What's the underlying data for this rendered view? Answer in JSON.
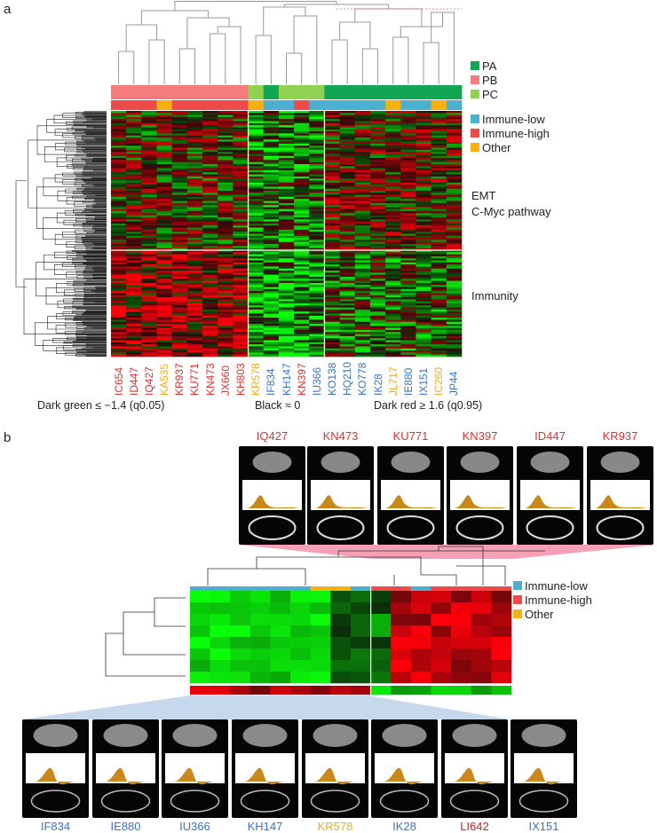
{
  "panel_a": {
    "letter": "a",
    "group_legend": [
      {
        "label": "PA",
        "color": "#11a653"
      },
      {
        "label": "PB",
        "color": "#f47c7c"
      },
      {
        "label": "PC",
        "color": "#8fd150"
      }
    ],
    "immune_legend": [
      {
        "label": "Immune-low",
        "color": "#4bafcf"
      },
      {
        "label": "Immune-high",
        "color": "#ee4a4a"
      },
      {
        "label": "Other",
        "color": "#f6b10f"
      }
    ],
    "section_labels": [
      "EMT",
      "C-Myc pathway",
      "Immunity"
    ],
    "samples": [
      {
        "name": "IC654",
        "color": "#e03030"
      },
      {
        "name": "ID447",
        "color": "#e03030"
      },
      {
        "name": "IQ427",
        "color": "#e03030"
      },
      {
        "name": "KA535",
        "color": "#f2aa14"
      },
      {
        "name": "KR937",
        "color": "#e03030"
      },
      {
        "name": "KU771",
        "color": "#e03030"
      },
      {
        "name": "KN473",
        "color": "#e03030"
      },
      {
        "name": "JX660",
        "color": "#e03030"
      },
      {
        "name": "KH803",
        "color": "#e03030"
      },
      {
        "name": "KR578",
        "color": "#f2aa14"
      },
      {
        "name": "IF834",
        "color": "#3a73c4"
      },
      {
        "name": "KH147",
        "color": "#3a73c4"
      },
      {
        "name": "KN397",
        "color": "#e03030"
      },
      {
        "name": "IU366",
        "color": "#3a73c4"
      },
      {
        "name": "KO138",
        "color": "#3a73c4"
      },
      {
        "name": "HQ210",
        "color": "#3a73c4"
      },
      {
        "name": "KO778",
        "color": "#3a73c4"
      },
      {
        "name": "IK28",
        "color": "#3a73c4"
      },
      {
        "name": "JL717",
        "color": "#f2aa14"
      },
      {
        "name": "IE880",
        "color": "#3a73c4"
      },
      {
        "name": "IX151",
        "color": "#3a73c4"
      },
      {
        "name": "IC260",
        "color": "#f2aa14"
      },
      {
        "name": "JP44",
        "color": "#3a73c4"
      }
    ],
    "scale_captions": {
      "low": "Dark green ≤ −1.4 (q0.05)",
      "mid": "Black ≈ 0",
      "high": "Dark red ≥ 1.6 (q0.95)"
    }
  },
  "panel_b": {
    "letter": "b",
    "immune_legend": [
      {
        "label": "Immune-low",
        "color": "#4bafcf"
      },
      {
        "label": "Immune-high",
        "color": "#ee4a4a"
      },
      {
        "label": "Other",
        "color": "#f6b10f"
      }
    ],
    "top_tiles": [
      {
        "name": "IQ427",
        "color": "#e03030"
      },
      {
        "name": "KN473",
        "color": "#e03030"
      },
      {
        "name": "KU771",
        "color": "#e03030"
      },
      {
        "name": "KN397",
        "color": "#e03030"
      },
      {
        "name": "ID447",
        "color": "#e03030"
      },
      {
        "name": "KR937",
        "color": "#e03030"
      }
    ],
    "bottom_tiles": [
      {
        "name": "IF834",
        "color": "#3a73c4"
      },
      {
        "name": "IE880",
        "color": "#3a73c4"
      },
      {
        "name": "IU366",
        "color": "#3a73c4"
      },
      {
        "name": "KH147",
        "color": "#3a73c4"
      },
      {
        "name": "KR578",
        "color": "#f2aa14"
      },
      {
        "name": "IK28",
        "color": "#3a73c4"
      },
      {
        "name": "LI642",
        "color": "#e01818"
      },
      {
        "name": "IX151",
        "color": "#3a73c4"
      }
    ]
  }
}
